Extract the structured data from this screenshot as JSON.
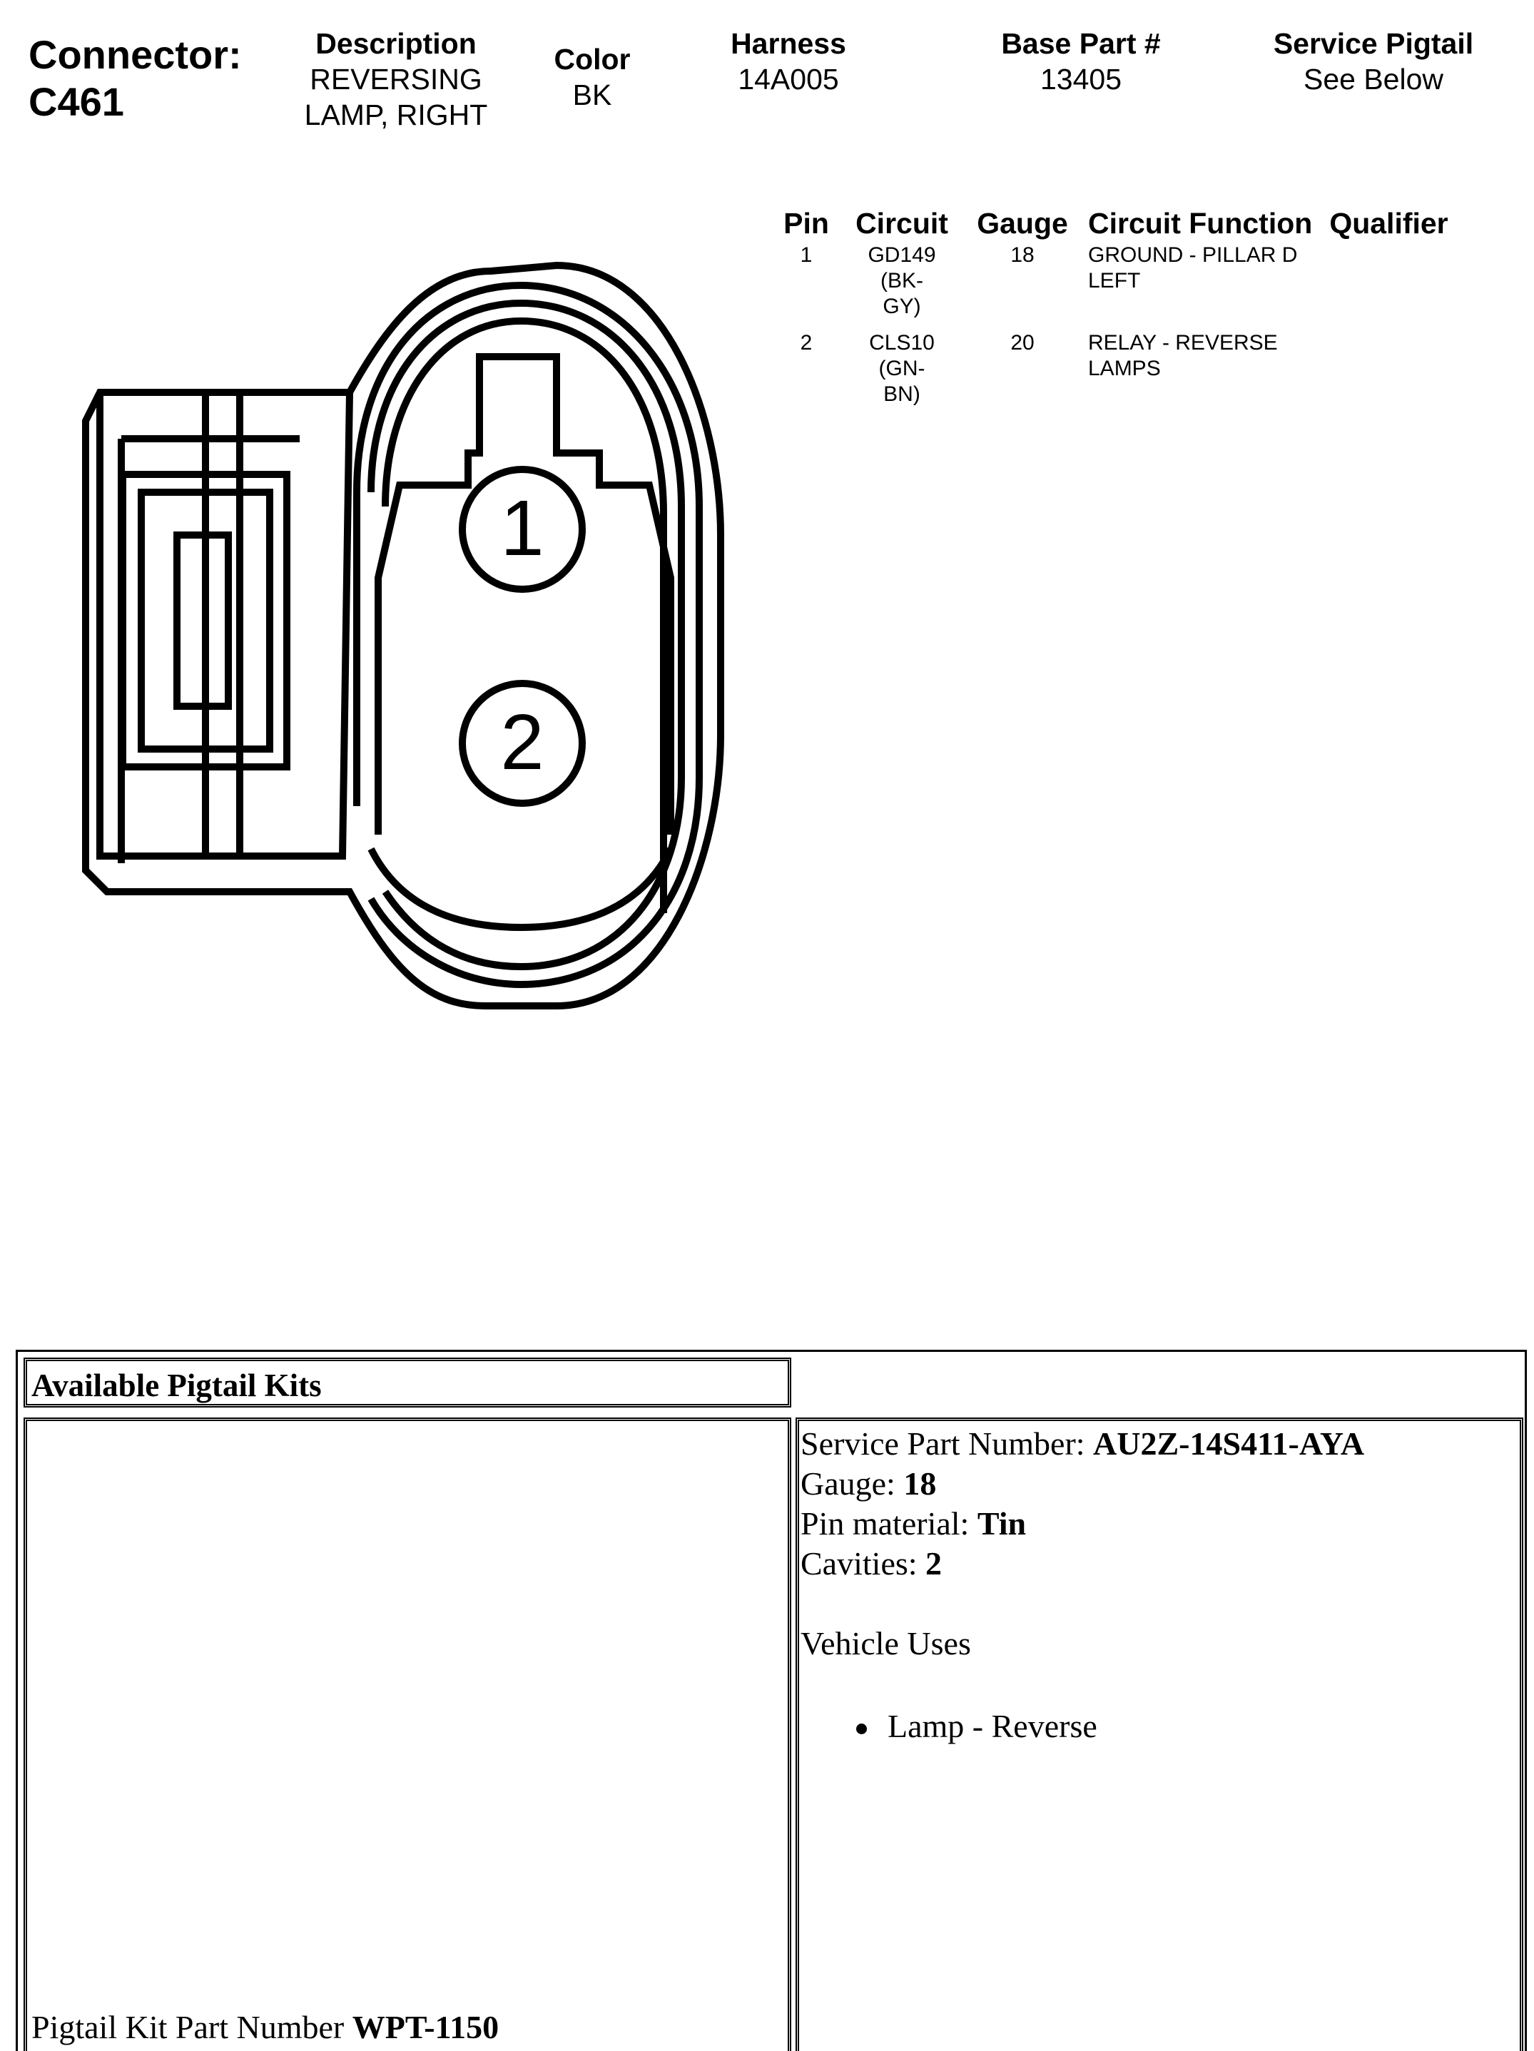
{
  "header": {
    "connector_label": "Connector:",
    "connector_id": "C461",
    "description_label": "Description",
    "description_line1": "REVERSING",
    "description_line2": "LAMP, RIGHT",
    "color_label": "Color",
    "color_value": "BK",
    "harness_label": "Harness",
    "harness_value": "14A005",
    "base_part_label": "Base Part #",
    "base_part_value": "13405",
    "service_pigtail_label": "Service Pigtail",
    "service_pigtail_value": "See Below"
  },
  "pin_table": {
    "headers": [
      "Pin",
      "Circuit",
      "Gauge",
      "Circuit Function",
      "Qualifier"
    ],
    "rows": [
      {
        "pin": "1",
        "circuit_line1": "GD149 (BK-",
        "circuit_line2": "GY)",
        "gauge": "18",
        "function_line1": "GROUND - PILLAR D",
        "function_line2": "LEFT",
        "qualifier": ""
      },
      {
        "pin": "2",
        "circuit_line1": "CLS10 (GN-",
        "circuit_line2": "BN)",
        "gauge": "20",
        "function_line1": "RELAY - REVERSE",
        "function_line2": "LAMPS",
        "qualifier": ""
      }
    ]
  },
  "diagram": {
    "pin_labels": [
      "1",
      "2"
    ]
  },
  "kits": {
    "title": "Available Pigtail Kits",
    "kit_pn_label": "Pigtail Kit Part Number ",
    "kit_pn_value": "WPT-1150",
    "service_pn_label": "Service Part Number: ",
    "service_pn_value": "AU2Z-14S411-AYA",
    "gauge_label": "Gauge: ",
    "gauge_value": "18",
    "pin_material_label": "Pin material: ",
    "pin_material_value": "Tin",
    "cavities_label": "Cavities: ",
    "cavities_value": "2",
    "vehicle_uses_label": "Vehicle Uses",
    "vehicle_uses": [
      "Lamp - Reverse"
    ]
  }
}
